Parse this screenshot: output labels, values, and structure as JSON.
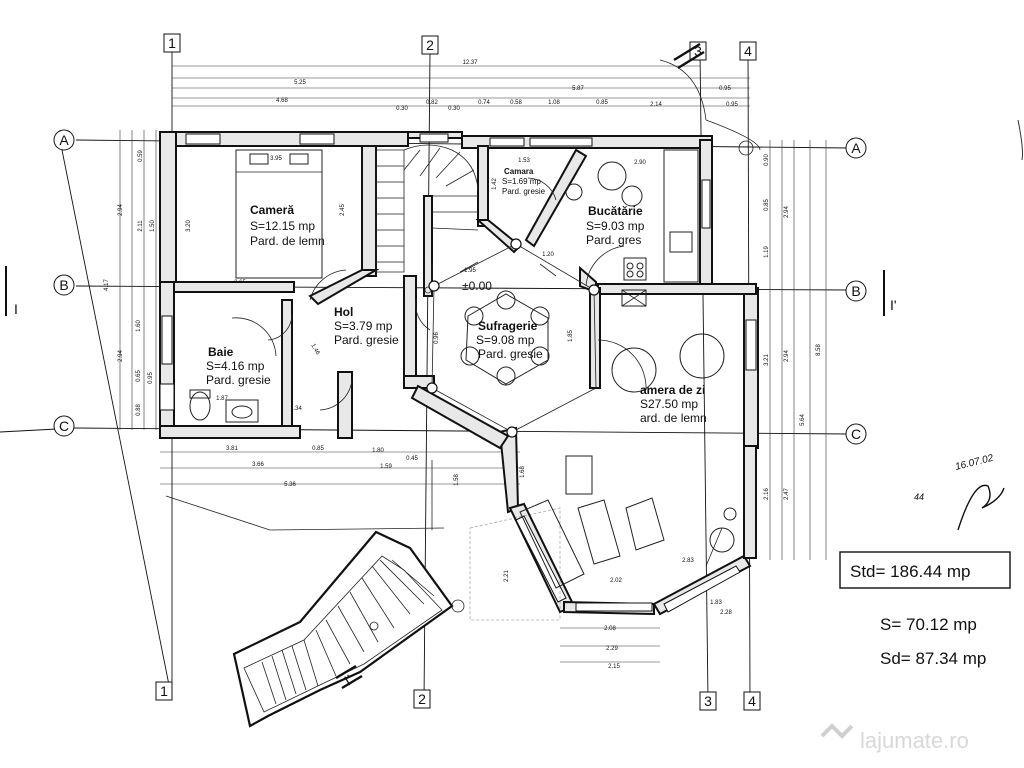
{
  "axes": {
    "vertical": [
      "1",
      "2",
      "3",
      "4"
    ],
    "horizontal": [
      "A",
      "B",
      "C"
    ],
    "sections": [
      "I",
      "I'"
    ]
  },
  "rooms": [
    {
      "id": "camera",
      "name": "Cameră",
      "area": "S=12.15 mp",
      "floor": "Pard. de lemn"
    },
    {
      "id": "camara",
      "name": "Camara",
      "area": "S=1.69 mp",
      "floor": "Pard. gresie"
    },
    {
      "id": "bucatarie",
      "name": "Bucătărie",
      "area": "S=9.03 mp",
      "floor": "Pard. gres"
    },
    {
      "id": "hol",
      "name": "Hol",
      "area": "S=3.79 mp",
      "floor": "Pard. gresie"
    },
    {
      "id": "sufragerie",
      "name": "Sufragerie",
      "area": "S=9.08 mp",
      "floor": "Pard. gresie"
    },
    {
      "id": "baie",
      "name": "Baie",
      "area": "S=4.16 mp",
      "floor": "Pard. gresie"
    },
    {
      "id": "camera-de-zi",
      "name": "amera de zi",
      "area": "S27.50 mp",
      "floor": "ard. de lemn"
    }
  ],
  "level": "±0.00",
  "totals": {
    "std": "Std=  186.44 mp",
    "s": "S=  70.12 mp",
    "sd": "Sd=  87.34 mp"
  },
  "signature": {
    "date": "16.07.02",
    "mark": "44"
  },
  "watermark": "lajumate.ro",
  "dimensions": {
    "top": [
      "12.37",
      "5.25",
      "5.87",
      "4.68",
      "0.95",
      "0.95",
      "0.30",
      "0.82",
      "0.74",
      "0.58",
      "1.08",
      "0.85",
      "2.14",
      "0.30"
    ],
    "left": [
      "4.17",
      "2.94",
      "2.94",
      "0.59",
      "2.11",
      "1.50",
      "3.20",
      "1.60",
      "0.65",
      "0.95",
      "0.88"
    ],
    "right": [
      "0.90",
      "0.85",
      "2.94",
      "3.21",
      "2.94",
      "5.64",
      "8.58",
      "2.47",
      "2.16",
      "1.19"
    ],
    "bottom": [
      "3.81",
      "0.85",
      "1.80",
      "0.45",
      "3.66",
      "1.59",
      "5.36",
      "2.02",
      "2.08",
      "2.29",
      "2.15",
      "1.83",
      "2.28",
      "2.83"
    ],
    "inner": [
      "3.95",
      "2.65",
      "2.45",
      "1.53",
      "2.90",
      "1.95",
      "1.85",
      "1.87",
      "1.34",
      "1.58",
      "1.68",
      "2.21",
      "1.42",
      "1.20",
      "0.96",
      "1.46"
    ]
  }
}
